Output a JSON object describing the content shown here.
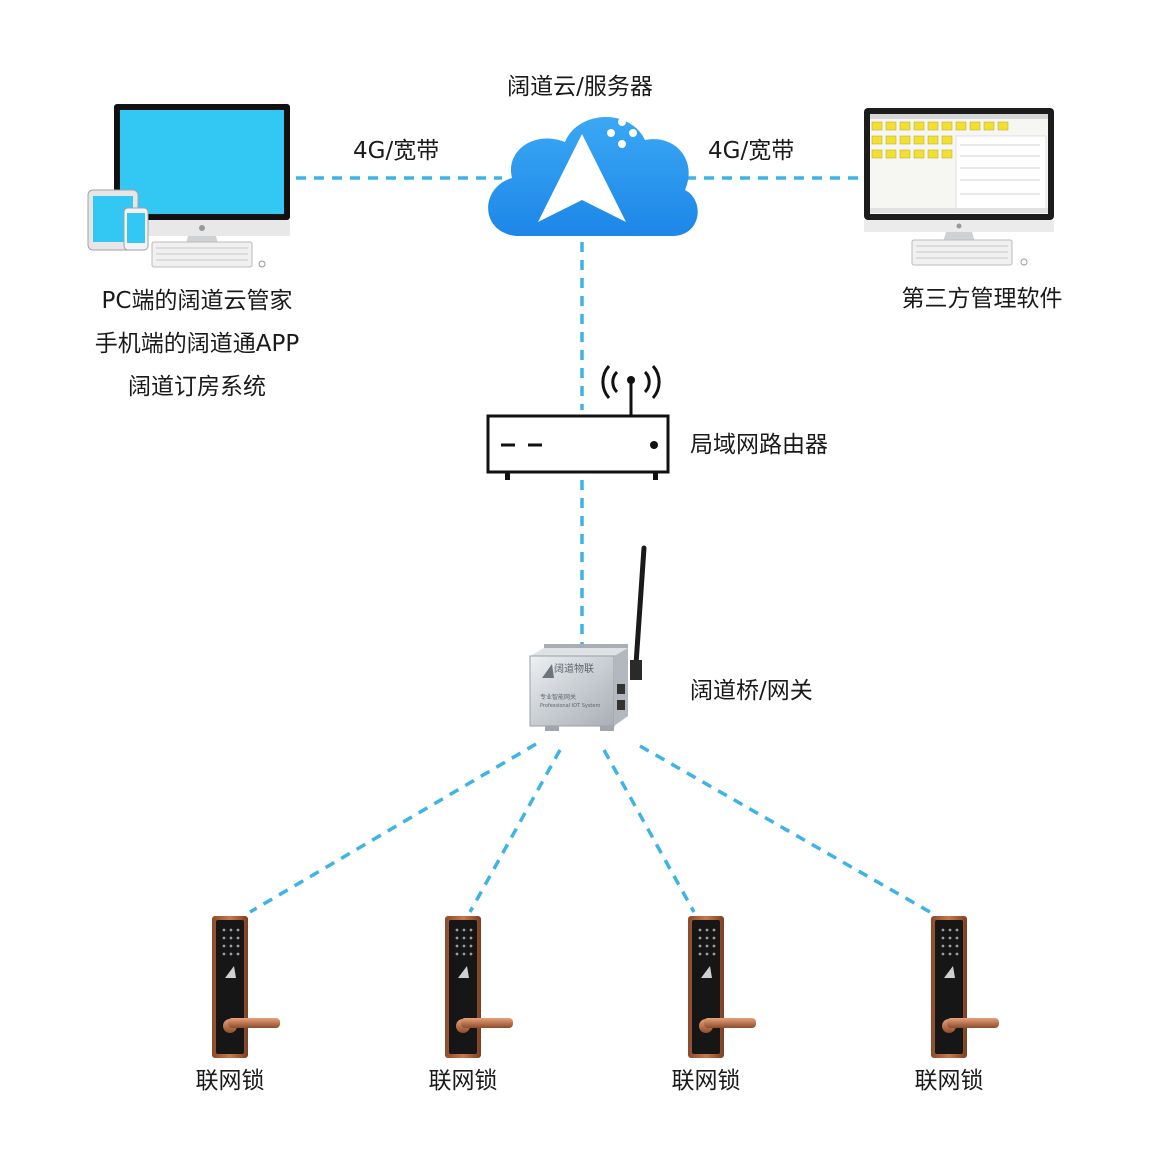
{
  "cloud_label": "阔道云/服务器",
  "link_left": "4G/宽带",
  "link_right": "4G/宽带",
  "pc_lines": [
    "PC端的阔道云管家",
    "手机端的阔道通APP",
    "阔道订房系统"
  ],
  "third_party": "第三方管理软件",
  "router_label": "局域网路由器",
  "gateway_label": "阔道桥/网关",
  "gateway_brand": "阔道物联",
  "gateway_sub": "专业智能网关",
  "gateway_sub2": "Professional IOT System",
  "locks": [
    "联网锁",
    "联网锁",
    "联网锁",
    "联网锁"
  ],
  "colors": {
    "dash": "#3eb3e6",
    "cloud": "#2a95ee",
    "lock_body": "#5a3322",
    "lock_face": "#151515",
    "copper": "#c97c4b"
  }
}
